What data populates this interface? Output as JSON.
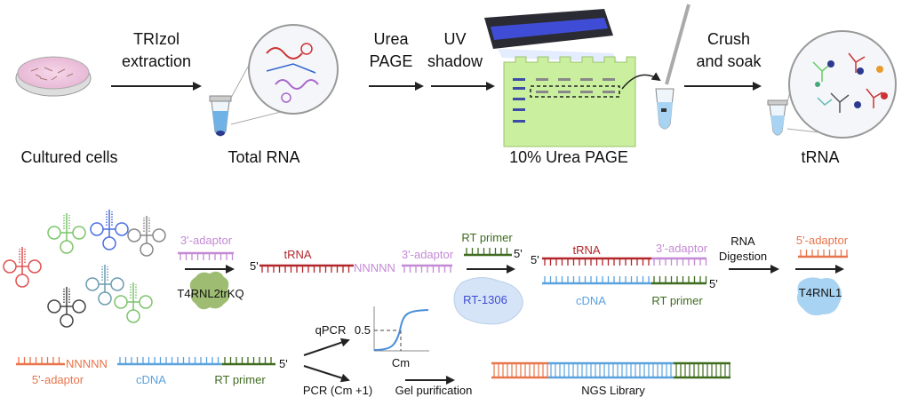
{
  "colors": {
    "trna_red": "#b3262b",
    "adaptor3_purple": "#c48ad6",
    "adaptor5_orange": "#e8744a",
    "cdna_blue": "#5aa2de",
    "rt_primer_green": "#3e6b1e",
    "gel_green": "#c9ef9f",
    "arrow": "#222222"
  },
  "top": {
    "step1_caption": "Cultured cells",
    "step1_arrow": [
      "TRIzol",
      "extraction"
    ],
    "step2_caption": "Total RNA",
    "step2_arrow": [
      "Urea",
      "PAGE"
    ],
    "step3_arrow": [
      "UV",
      "shadow"
    ],
    "step3_caption": "10% Urea PAGE",
    "step4_arrow": [
      "Crush",
      "and soak"
    ],
    "step4_caption": "tRNA"
  },
  "bottom": {
    "ligation": {
      "adaptor_label": "3'-adaptor",
      "enzyme": "T4RNL2trKQ"
    },
    "ligated": {
      "five_prime": "5'",
      "trna_label": "tRNA",
      "nnnnn": "NNNNN",
      "adaptor_label": "3'-adaptor"
    },
    "rt": {
      "primer_label": "RT primer",
      "five_prime": "5'",
      "enzyme": "RT-1306"
    },
    "duplex": {
      "five_prime_top": "5'",
      "trna_label": "tRNA",
      "adaptor_label": "3'-adaptor",
      "cdna_label": "cDNA",
      "primer_label": "RT primer",
      "five_prime_bottom": "5'"
    },
    "digestion": [
      "RNA",
      "Digestion"
    ],
    "ligation2": {
      "adaptor_label": "5'-adaptor",
      "enzyme": "T4RNL1"
    },
    "product": {
      "adaptor_label": "5'-adaptor",
      "nnnnn": "NNNNN",
      "cdna_label": "cDNA",
      "primer_label": "RT primer",
      "five_prime": "5'"
    },
    "qpcr": {
      "label": "qPCR",
      "y_tick": "0.5",
      "x_tick": "Cm"
    },
    "pcr_label": "PCR (Cm +1)",
    "gel_label": "Gel purification",
    "ngs_label": "NGS Library"
  }
}
